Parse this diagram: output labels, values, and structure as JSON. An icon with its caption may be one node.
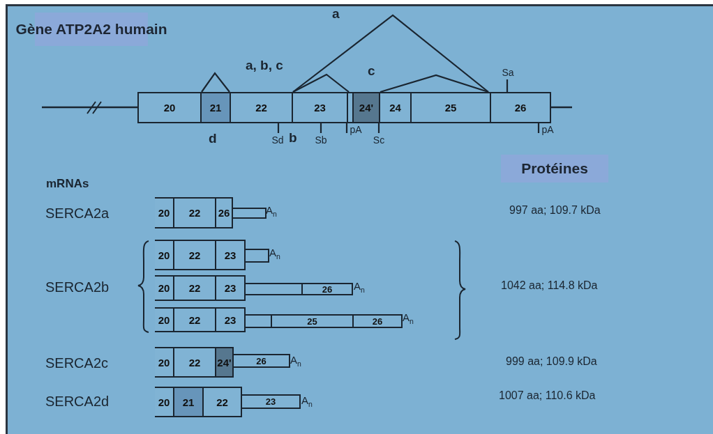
{
  "diagram": {
    "title": "Gène ATP2A2 humain",
    "nodes": [
      {
        "text": [
          "20"
        ]
      },
      {
        "text": [
          "21"
        ]
      },
      {
        "text": [
          "22"
        ]
      },
      {
        "text": [
          "23"
        ]
      },
      {
        "text": [
          "24'"
        ]
      },
      {
        "text": [
          "24"
        ]
      },
      {
        "text": [
          "25"
        ]
      },
      {
        "text": [
          "26"
        ]
      },
      {
        "text": [
          "Protéines"
        ]
      },
      {
        "text": [
          "20"
        ]
      },
      {
        "text": [
          "22"
        ]
      },
      {
        "text": [
          "26"
        ]
      },
      {
        "text": [],
        "shape": "box"
      },
      {
        "text": [
          "20"
        ]
      },
      {
        "text": [
          "22"
        ]
      },
      {
        "text": [
          "23"
        ]
      },
      {
        "text": [],
        "shape": "box"
      },
      {
        "text": [
          "20"
        ]
      },
      {
        "text": [
          "22"
        ]
      },
      {
        "text": [
          "23"
        ]
      },
      {
        "text": [],
        "shape": "box"
      },
      {
        "text": [
          "26"
        ]
      },
      {
        "text": [
          "20"
        ]
      },
      {
        "text": [
          "22"
        ]
      },
      {
        "text": [
          "23"
        ]
      },
      {
        "text": [],
        "shape": "box"
      },
      {
        "text": [
          "25"
        ]
      },
      {
        "text": [
          "26"
        ]
      },
      {
        "text": [
          "20"
        ]
      },
      {
        "text": [
          "22"
        ]
      },
      {
        "text": [
          "24'"
        ]
      },
      {
        "text": [
          "26"
        ]
      },
      {
        "text": [
          "20"
        ]
      },
      {
        "text": [
          "21"
        ]
      },
      {
        "text": [
          "22"
        ]
      },
      {
        "text": [
          "23"
        ]
      },
      {
        "text": [
          "Sa"
        ]
      },
      {
        "text": [
          "Sd"
        ]
      },
      {
        "text": [
          "Sb"
        ]
      },
      {
        "text": [
          "pA"
        ]
      },
      {
        "text": [
          "Sc"
        ]
      },
      {
        "text": [
          "pA"
        ]
      }
    ],
    "edges": [
      {
        "from": 0,
        "to": 2,
        "arrow": "none"
      },
      {
        "from": 2,
        "to": 7,
        "arrow": "none"
      },
      {
        "from": 2,
        "to": 4,
        "arrow": "none"
      },
      {
        "from": 4,
        "to": 7,
        "arrow": "none"
      },
      {
        "from": 36,
        "to": 7,
        "arrow": "none"
      },
      {
        "from": 37,
        "to": 2,
        "arrow": "none"
      },
      {
        "from": 38,
        "to": 3,
        "arrow": "none"
      },
      {
        "from": 39,
        "to": 3,
        "arrow": "none"
      },
      {
        "from": 40,
        "to": 4,
        "arrow": "none"
      },
      {
        "from": 41,
        "to": 7,
        "arrow": "none"
      }
    ],
    "labels": [
      "a",
      "a, b, c",
      "c",
      "d",
      "b",
      "mRNAs",
      "SERCA2a",
      "A$_{n}$",
      "997 aa; 109.7 kDa",
      "A$_{n}$",
      "SERCA2b",
      "A$_{n}$",
      "1042 aa; 114.8 kDa",
      "A$_{n}$",
      "SERCA2c",
      "A$_{n}$",
      "999 aa; 109.9 kDa",
      "SERCA2d",
      "A$_{n}$",
      "1007 aa; 110.6 kDa"
    ]
  }
}
